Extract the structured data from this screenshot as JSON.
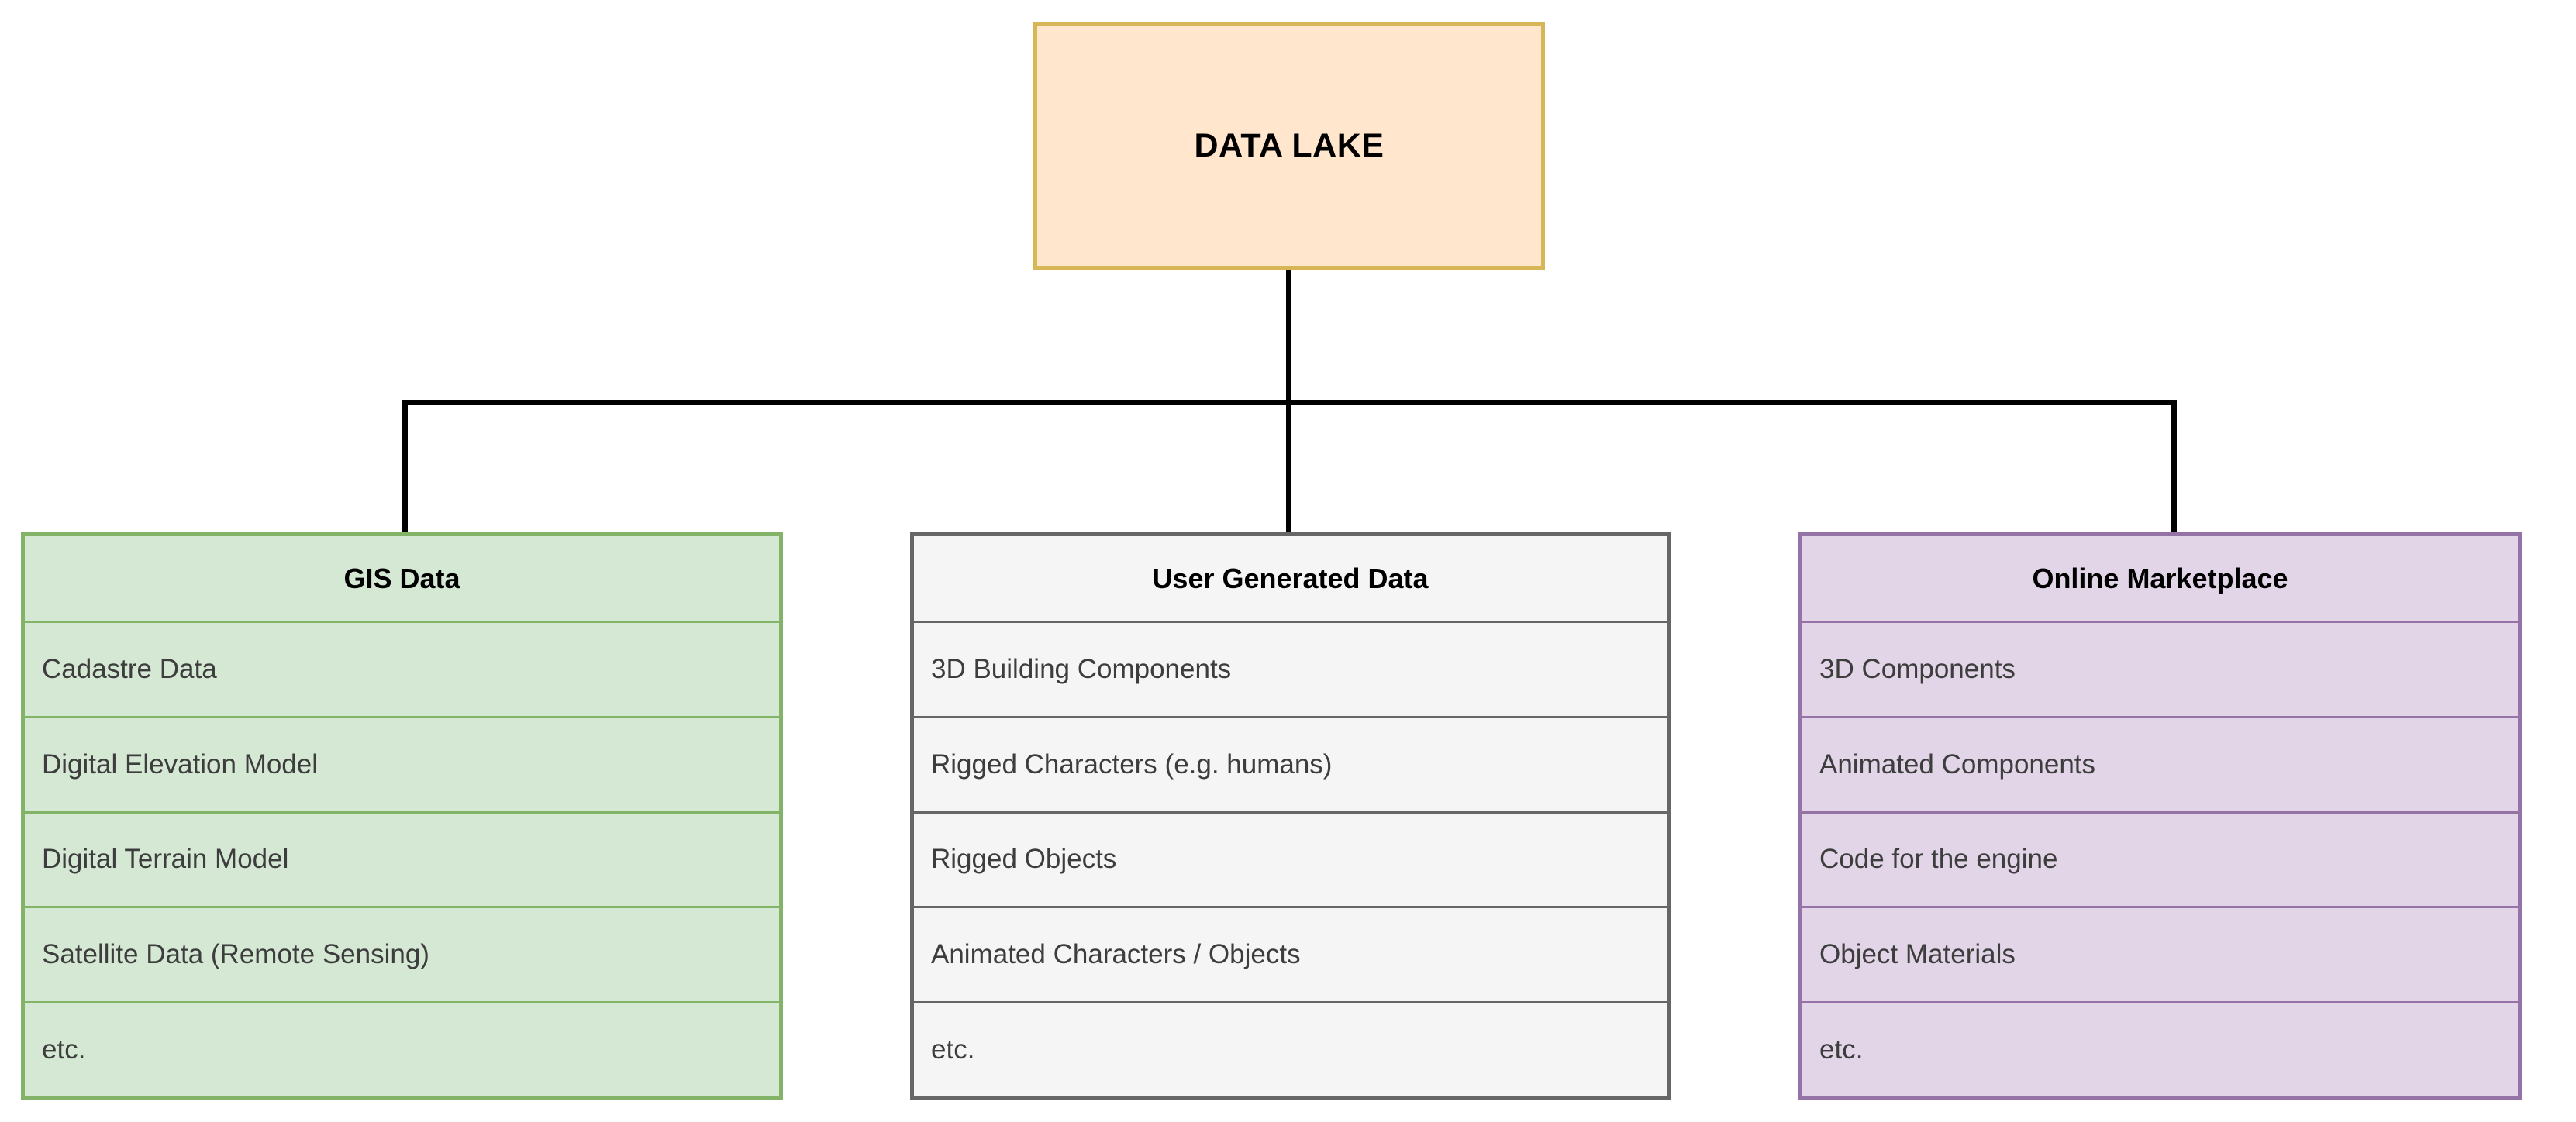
{
  "diagram": {
    "root": {
      "label": "DATA LAKE",
      "fill": "#ffe6cc",
      "stroke": "#d6b656"
    },
    "connector_color": "#000000",
    "categories": [
      {
        "id": "gis-data",
        "title": "GIS Data",
        "fill": "#d5e8d4",
        "stroke": "#82b366",
        "items": [
          "Cadastre Data",
          "Digital Elevation Model",
          "Digital Terrain Model",
          "Satellite Data (Remote Sensing)",
          "etc."
        ]
      },
      {
        "id": "user-generated-data",
        "title": "User Generated Data",
        "fill": "#f5f5f5",
        "stroke": "#666666",
        "items": [
          "3D Building Components",
          "Rigged Characters (e.g. humans)",
          "Rigged Objects",
          "Animated Characters / Objects",
          "etc."
        ]
      },
      {
        "id": "online-marketplace",
        "title": "Online Marketplace",
        "fill": "#e1d5e7",
        "stroke": "#9673a6",
        "items": [
          "3D Components",
          "Animated Components",
          "Code for the engine",
          "Object Materials",
          "etc."
        ]
      }
    ]
  }
}
